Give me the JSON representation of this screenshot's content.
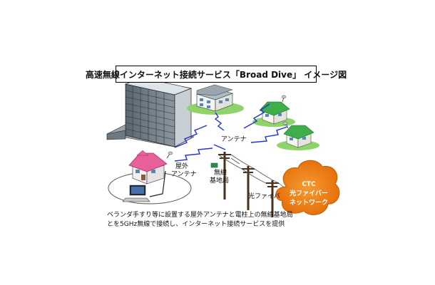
{
  "diagram": {
    "title": "高速無線インターネット接続サービス「Broad Dive」 イメージ図",
    "labels": {
      "antenna": "アンテナ",
      "outdoor_antenna_line1": "屋外",
      "outdoor_antenna_line2": "アンテナ",
      "base_station_line1": "無線",
      "base_station_line2": "基地局",
      "optical_fiber": "光ファイバ",
      "ctc_line1": "CTC",
      "ctc_line2": "光ファイバー",
      "ctc_line3": "ネットワーク"
    },
    "description": {
      "line1": "ベランダ手すり等に設置する屋外アンテナと電柱上の無線基地局",
      "line2": "とを5GHz無線で接続し、インターネット接続サービスを提供"
    },
    "colors": {
      "roof_pink": "#e8609a",
      "roof_green": "#4caf50",
      "wireless_link": "#2233cc",
      "cloud_orange": "#f07a10",
      "grass": "#7ccf5a"
    }
  }
}
